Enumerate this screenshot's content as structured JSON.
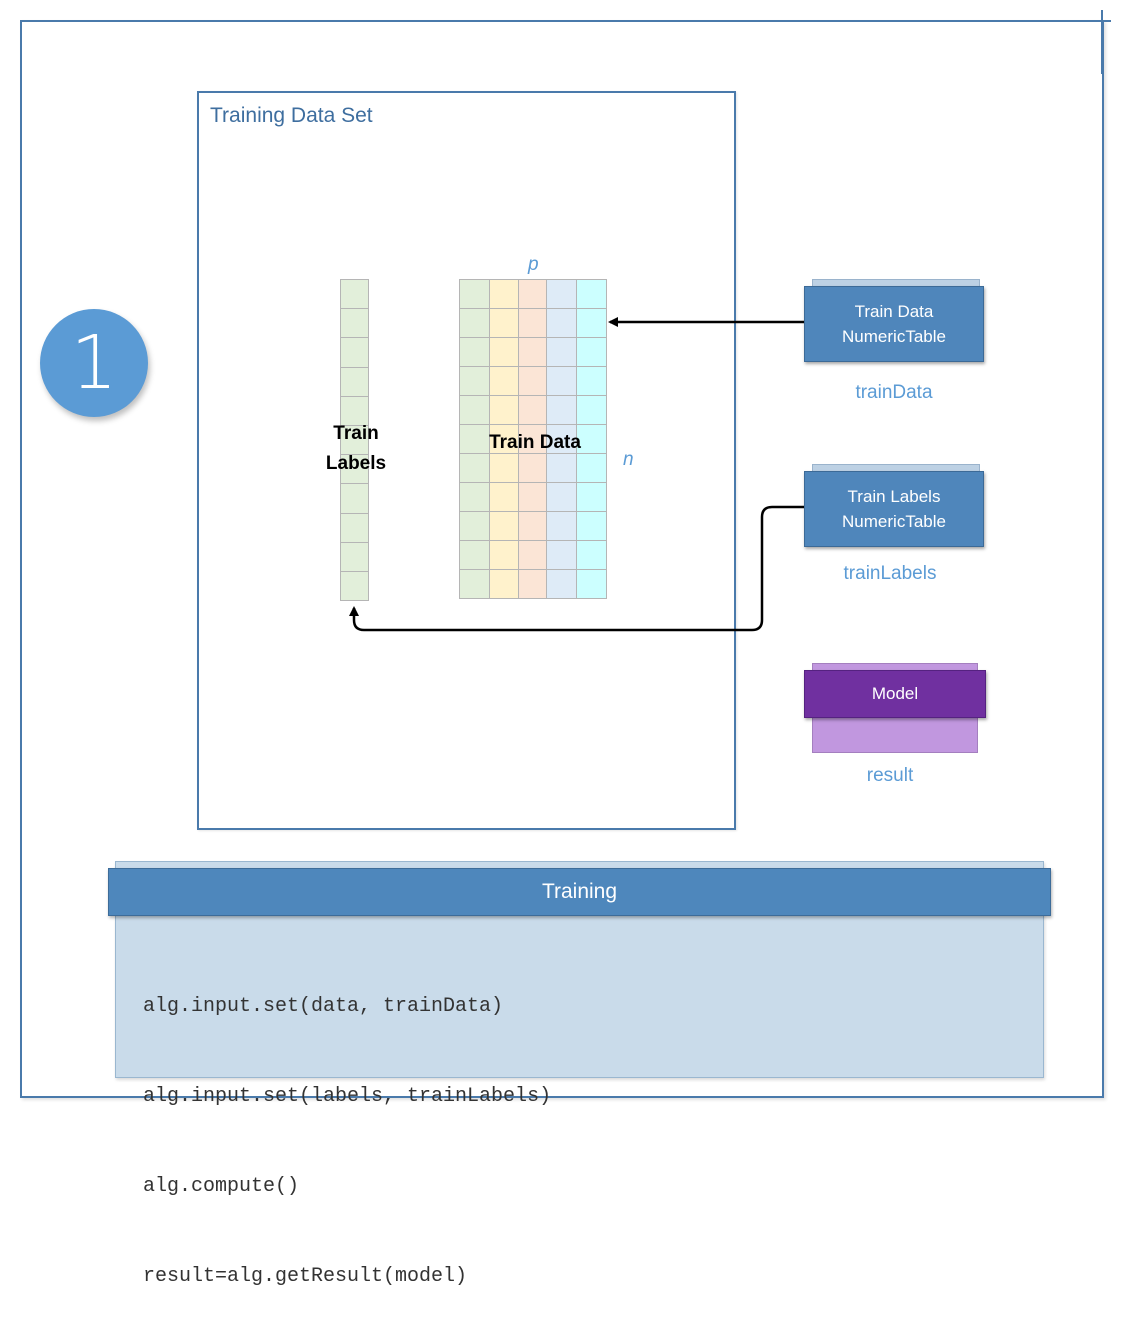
{
  "step": {
    "number": "1"
  },
  "dataset": {
    "title": "Training Data Set",
    "labels_block": {
      "label_line1": "Train",
      "label_line2": "Labels",
      "rows": 11,
      "color": "#e2efda"
    },
    "data_block": {
      "label": "Train Data",
      "rows": 11,
      "column_colors": [
        "#e2efda",
        "#fff2cc",
        "#fbe5d6",
        "#deebf7",
        "#ccffff"
      ],
      "axis_p": "p",
      "axis_n": "n"
    }
  },
  "tables": [
    {
      "line1": "Train Data",
      "line2": "NumericTable",
      "caption": "trainData"
    },
    {
      "line1": "Train Labels",
      "line2": "NumericTable",
      "caption": "trainLabels"
    }
  ],
  "model": {
    "label": "Model",
    "caption": "result"
  },
  "training": {
    "title": "Training",
    "code": [
      "alg.input.set(data, trainData)",
      "alg.input.set(labels, trainLabels)",
      "alg.compute()",
      "result=alg.getResult(model)"
    ]
  },
  "colors": {
    "frame": "#4a7aab",
    "accent": "#5b9bd5",
    "table_header": "#4f86bb",
    "model": "#7030a0",
    "model_back": "#c197df",
    "panel": "#c9dbea"
  }
}
